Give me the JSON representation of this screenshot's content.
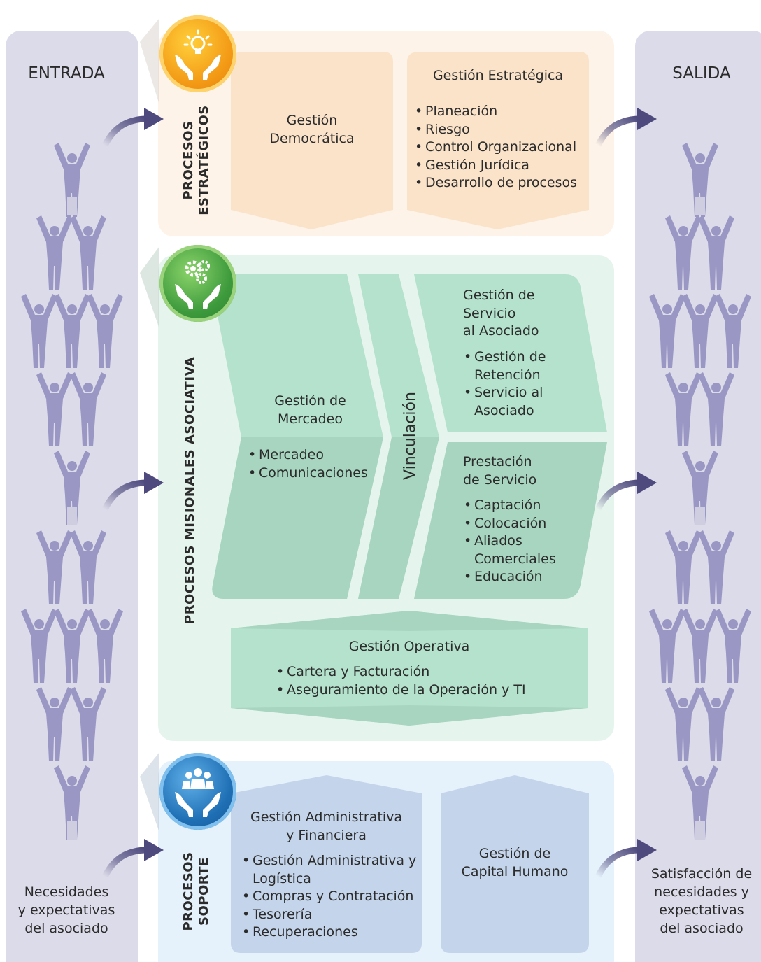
{
  "entrada": {
    "title": "ENTRADA",
    "caption": [
      "Necesidades",
      "y expectativas",
      "del asociado"
    ]
  },
  "salida": {
    "title": "SALIDA",
    "caption": [
      "Satisfacción de",
      "necesidades y",
      "expectativas",
      "del asociado"
    ]
  },
  "estrategicos": {
    "label": [
      "PROCESOS",
      "ESTRATÉGICOS"
    ],
    "icon": "lightbulb-hands-icon",
    "color": "#fdf3e8",
    "box1": {
      "title": [
        "Gestión",
        "Democrática"
      ]
    },
    "box2": {
      "title": "Gestión Estratégica",
      "items": [
        "Planeación",
        "Riesgo",
        "Control Organizacional",
        "Gestión Jurídica",
        "Desarrollo de procesos"
      ]
    }
  },
  "misionales": {
    "label": "PROCESOS MISIONALES ASOCIATIVA",
    "icon": "gears-hands-icon",
    "color": "#e6f4ee",
    "mercadeo": {
      "title": [
        "Gestión de",
        "Mercadeo"
      ],
      "items": [
        "Mercadeo",
        "Comunicaciones"
      ]
    },
    "vinculacion": {
      "title": "Vinculación"
    },
    "servicio_asociado": {
      "title": [
        "Gestión de",
        "Servicio",
        "al Asociado"
      ],
      "items": [
        [
          "Gestión de",
          "Retención"
        ],
        [
          "Servicio al",
          "Asociado"
        ]
      ]
    },
    "prestacion": {
      "title": [
        "Prestación",
        "de Servicio"
      ],
      "items": [
        [
          "Captación"
        ],
        [
          "Colocación"
        ],
        [
          "Aliados",
          "Comerciales"
        ],
        [
          "Educación"
        ]
      ]
    },
    "operativa": {
      "title": "Gestión Operativa",
      "items": [
        "Cartera y Facturación",
        "Aseguramiento de la Operación  y TI"
      ]
    }
  },
  "soporte": {
    "label": [
      "PROCESOS",
      "SOPORTE"
    ],
    "icon": "people-hands-icon",
    "color": "#e5f1fb",
    "admin": {
      "title": [
        "Gestión Administrativa",
        "y Financiera"
      ],
      "items": [
        [
          "Gestión Administrativa y",
          "Logística"
        ],
        [
          "Compras y Contratación"
        ],
        [
          "Tesorería"
        ],
        [
          "Recuperaciones"
        ]
      ]
    },
    "capital": {
      "title": [
        "Gestión de",
        "Capital Humano"
      ]
    }
  },
  "colors": {
    "side": "#dcdbe9",
    "people": "#9a97c4",
    "arrow": "#4e4a7e",
    "orange_box": "#fbe3ca",
    "green_light": "#b4e2cd",
    "green_dark": "#a7d5c0",
    "blue_box": "#c4d4ea"
  }
}
